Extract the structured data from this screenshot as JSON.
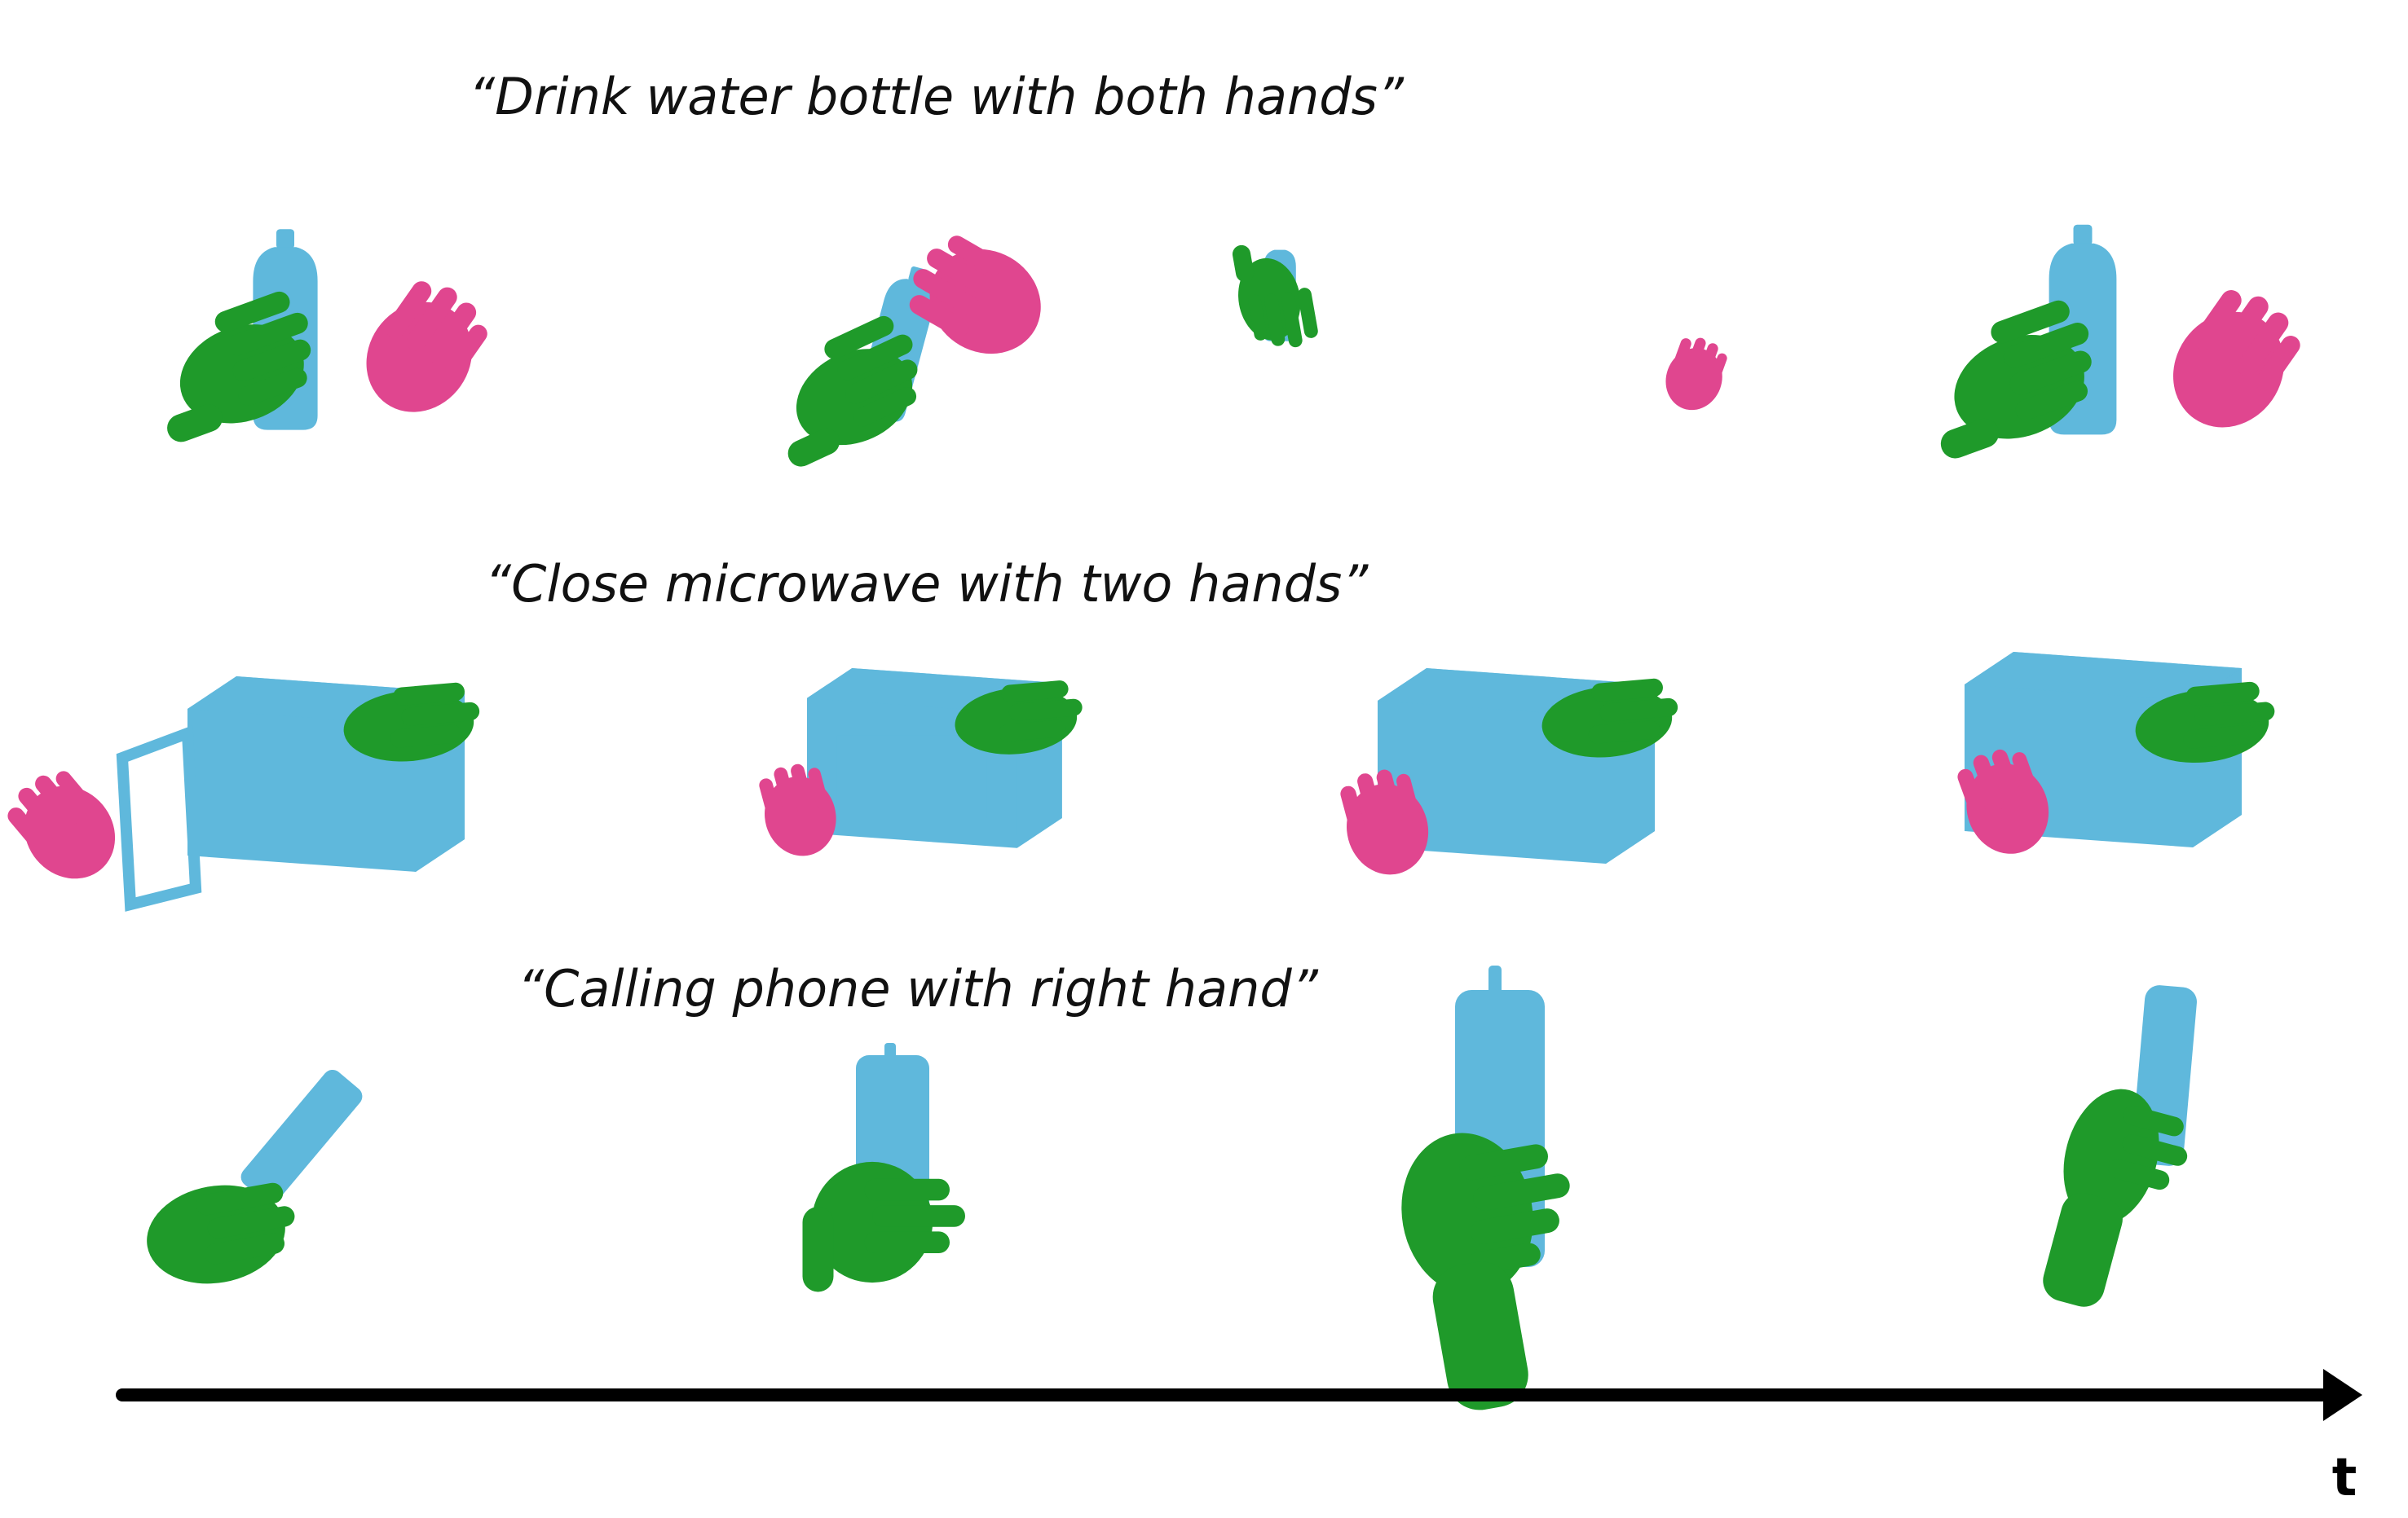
{
  "colors": {
    "right_hand": "#1f9a2a",
    "left_hand": "#e0468f",
    "object": "#5fb8dc",
    "axis": "#000000"
  },
  "rows": [
    {
      "caption": "“Drink water bottle with both hands”",
      "object_icon": "water-bottle-icon",
      "frames": [
        {
          "right_hand": true,
          "left_hand": true,
          "object": true
        },
        {
          "right_hand": true,
          "left_hand": true,
          "object": true
        },
        {
          "right_hand": true,
          "left_hand": false,
          "object": true
        },
        {
          "right_hand": false,
          "left_hand": true,
          "object": false
        },
        {
          "right_hand": true,
          "left_hand": true,
          "object": true
        }
      ]
    },
    {
      "caption": "“Close microwave with two hands”",
      "object_icon": "microwave-icon",
      "frames": [
        {
          "right_hand": true,
          "left_hand": true,
          "object": true
        },
        {
          "right_hand": true,
          "left_hand": true,
          "object": true
        },
        {
          "right_hand": true,
          "left_hand": true,
          "object": true
        },
        {
          "right_hand": true,
          "left_hand": true,
          "object": true
        }
      ]
    },
    {
      "caption": "“Calling phone with right hand”",
      "object_icon": "phone-icon",
      "frames": [
        {
          "right_hand": true,
          "left_hand": false,
          "object": true
        },
        {
          "right_hand": true,
          "left_hand": false,
          "object": true
        },
        {
          "right_hand": true,
          "left_hand": false,
          "object": true
        },
        {
          "right_hand": true,
          "left_hand": false,
          "object": true
        }
      ]
    }
  ],
  "time_axis": {
    "label": "t"
  }
}
